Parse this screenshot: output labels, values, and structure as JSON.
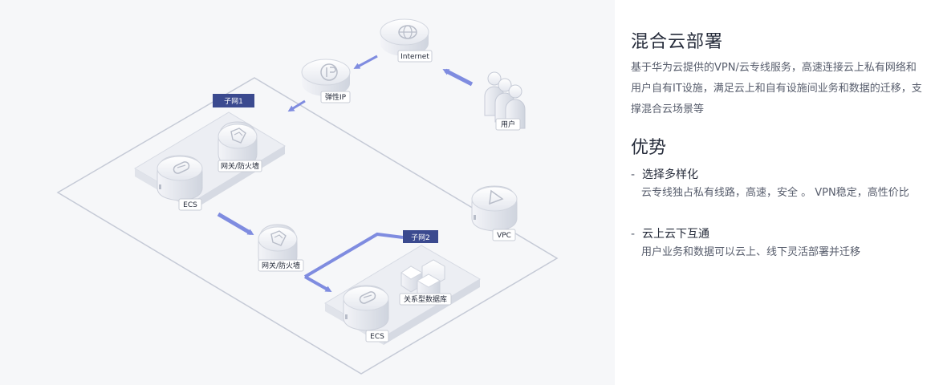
{
  "diagram": {
    "internet_label": "Internet",
    "eip_label": "弹性IP",
    "users_label": "用户",
    "subnet1_label": "子网1",
    "subnet2_label": "子网2",
    "gateway1_label": "网关/防火墙",
    "gateway2_label": "网关/防火墙",
    "ecs1_label": "ECS",
    "ecs2_label": "ECS",
    "vpc_label": "VPC",
    "rds_label": "关系型数据库",
    "accent_color": "#3b4a8f",
    "arrow_color": "#7f8ce0"
  },
  "info": {
    "title": "混合云部署",
    "description": "基于华为云提供的VPN/云专线服务，高速连接云上私有网络和用户自有IT设施，满足云上和自有设施间业务和数据的迁移，支撑混合云场景等",
    "advantages_title": "优势",
    "advantages": [
      {
        "title": "选择多样化",
        "desc": "云专线独占私有线路，高速，安全 。 VPN稳定，高性价比"
      },
      {
        "title": "云上云下互通",
        "desc": "用户业务和数据可以云上、线下灵活部署并迁移"
      }
    ]
  }
}
